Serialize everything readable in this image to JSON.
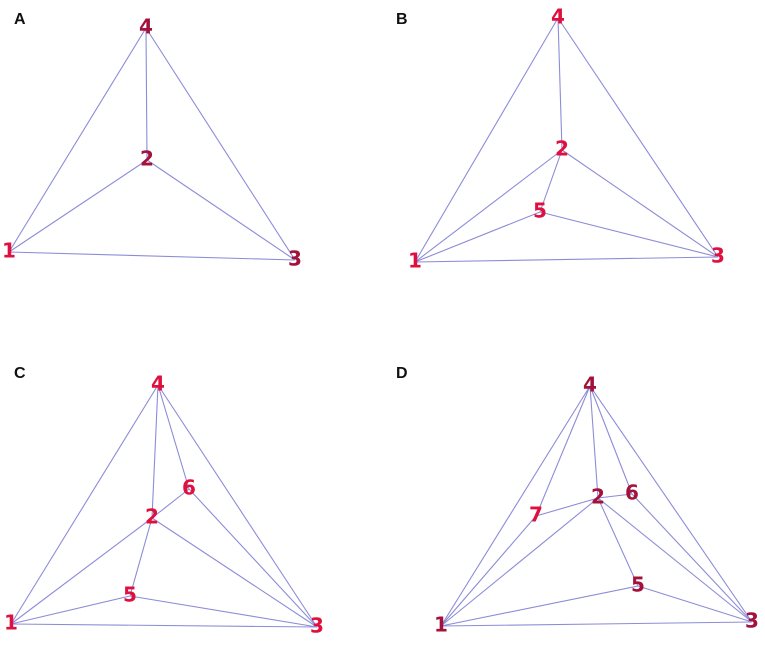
{
  "colors": {
    "edge": "#8c8cd8",
    "node_dark": "#a3123a",
    "node_bright": "#e0103e",
    "panel_label": "#111111"
  },
  "panels": [
    {
      "id": "A",
      "label": "A",
      "edges": [
        [
          "4",
          "1"
        ],
        [
          "4",
          "3"
        ],
        [
          "4",
          "2"
        ],
        [
          "1",
          "3"
        ],
        [
          "1",
          "2"
        ],
        [
          "2",
          "3"
        ]
      ],
      "nodes": [
        {
          "id": "4",
          "label": "4",
          "style": "dark"
        },
        {
          "id": "2",
          "label": "2",
          "style": "dark"
        },
        {
          "id": "1",
          "label": "1",
          "style": "bright"
        },
        {
          "id": "3",
          "label": "3",
          "style": "dark"
        }
      ]
    },
    {
      "id": "B",
      "label": "B",
      "edges": [
        [
          "4",
          "1"
        ],
        [
          "4",
          "3"
        ],
        [
          "4",
          "2"
        ],
        [
          "1",
          "3"
        ],
        [
          "1",
          "2"
        ],
        [
          "2",
          "3"
        ],
        [
          "1",
          "5"
        ],
        [
          "5",
          "2"
        ],
        [
          "5",
          "3"
        ]
      ],
      "nodes": [
        {
          "id": "4",
          "label": "4",
          "style": "bright"
        },
        {
          "id": "2",
          "label": "2",
          "style": "bright"
        },
        {
          "id": "5",
          "label": "5",
          "style": "bright"
        },
        {
          "id": "1",
          "label": "1",
          "style": "bright"
        },
        {
          "id": "3",
          "label": "3",
          "style": "bright"
        }
      ]
    },
    {
      "id": "C",
      "label": "C",
      "edges": [
        [
          "4",
          "1"
        ],
        [
          "4",
          "3"
        ],
        [
          "4",
          "2"
        ],
        [
          "4",
          "6"
        ],
        [
          "6",
          "2"
        ],
        [
          "6",
          "3"
        ],
        [
          "2",
          "1"
        ],
        [
          "2",
          "3"
        ],
        [
          "2",
          "5"
        ],
        [
          "1",
          "5"
        ],
        [
          "5",
          "3"
        ],
        [
          "1",
          "3"
        ]
      ],
      "nodes": [
        {
          "id": "4",
          "label": "4",
          "style": "bright"
        },
        {
          "id": "6",
          "label": "6",
          "style": "bright"
        },
        {
          "id": "2",
          "label": "2",
          "style": "bright"
        },
        {
          "id": "5",
          "label": "5",
          "style": "bright"
        },
        {
          "id": "1",
          "label": "1",
          "style": "bright"
        },
        {
          "id": "3",
          "label": "3",
          "style": "bright"
        }
      ]
    },
    {
      "id": "D",
      "label": "D",
      "edges": [
        [
          "4",
          "1"
        ],
        [
          "4",
          "3"
        ],
        [
          "4",
          "7"
        ],
        [
          "4",
          "2"
        ],
        [
          "4",
          "6"
        ],
        [
          "7",
          "2"
        ],
        [
          "7",
          "1"
        ],
        [
          "2",
          "1"
        ],
        [
          "2",
          "5"
        ],
        [
          "2",
          "3"
        ],
        [
          "6",
          "3"
        ],
        [
          "6",
          "2"
        ],
        [
          "5",
          "1"
        ],
        [
          "5",
          "3"
        ],
        [
          "1",
          "3"
        ]
      ],
      "nodes": [
        {
          "id": "4",
          "label": "4",
          "style": "dark"
        },
        {
          "id": "2",
          "label": "2",
          "style": "dark"
        },
        {
          "id": "6",
          "label": "6",
          "style": "dark"
        },
        {
          "id": "7",
          "label": "7",
          "style": "bright"
        },
        {
          "id": "5",
          "label": "5",
          "style": "dark"
        },
        {
          "id": "1",
          "label": "1",
          "style": "dark"
        },
        {
          "id": "3",
          "label": "3",
          "style": "dark"
        }
      ]
    }
  ]
}
